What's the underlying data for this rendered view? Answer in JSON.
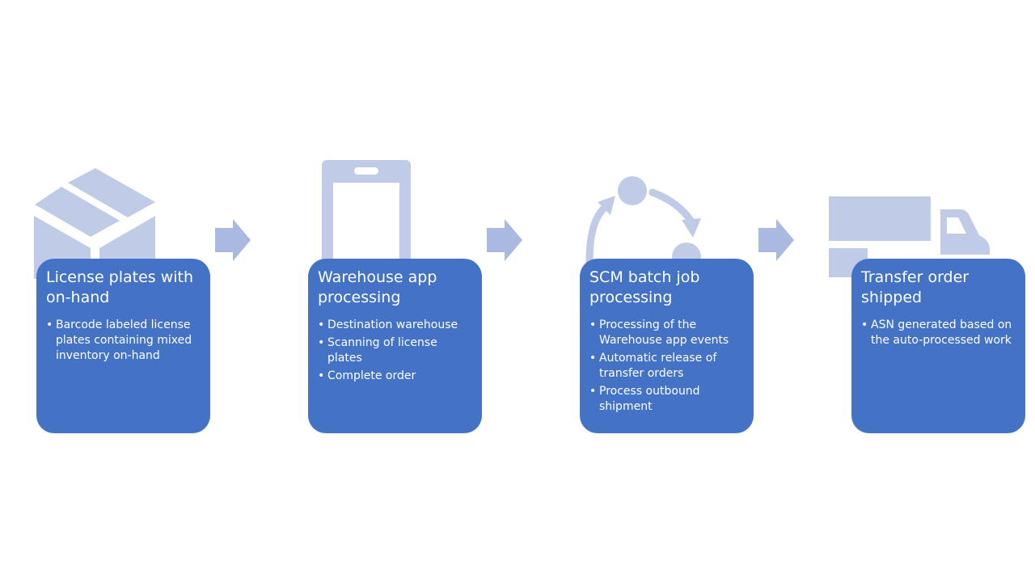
{
  "colors": {
    "card": "#4472C4",
    "icon": "#C0CCE7",
    "arrow": "#AAB9E0",
    "text": "#FFFFFF"
  },
  "steps": [
    {
      "icon": "package-box-icon",
      "title": "License plates with on-hand",
      "bullets": [
        "Barcode labeled license plates containing mixed inventory on-hand"
      ]
    },
    {
      "icon": "mobile-phone-icon",
      "title": "Warehouse app processing",
      "bullets": [
        "Destination warehouse",
        "Scanning of license plates",
        "Complete order"
      ]
    },
    {
      "icon": "cycle-process-icon",
      "title": "SCM batch job processing",
      "bullets": [
        "Processing of the Warehouse app events",
        "Automatic release of transfer orders",
        "Process outbound shipment"
      ]
    },
    {
      "icon": "delivery-truck-icon",
      "title": "Transfer order shipped",
      "bullets": [
        "ASN generated based on the auto-processed work"
      ]
    }
  ]
}
